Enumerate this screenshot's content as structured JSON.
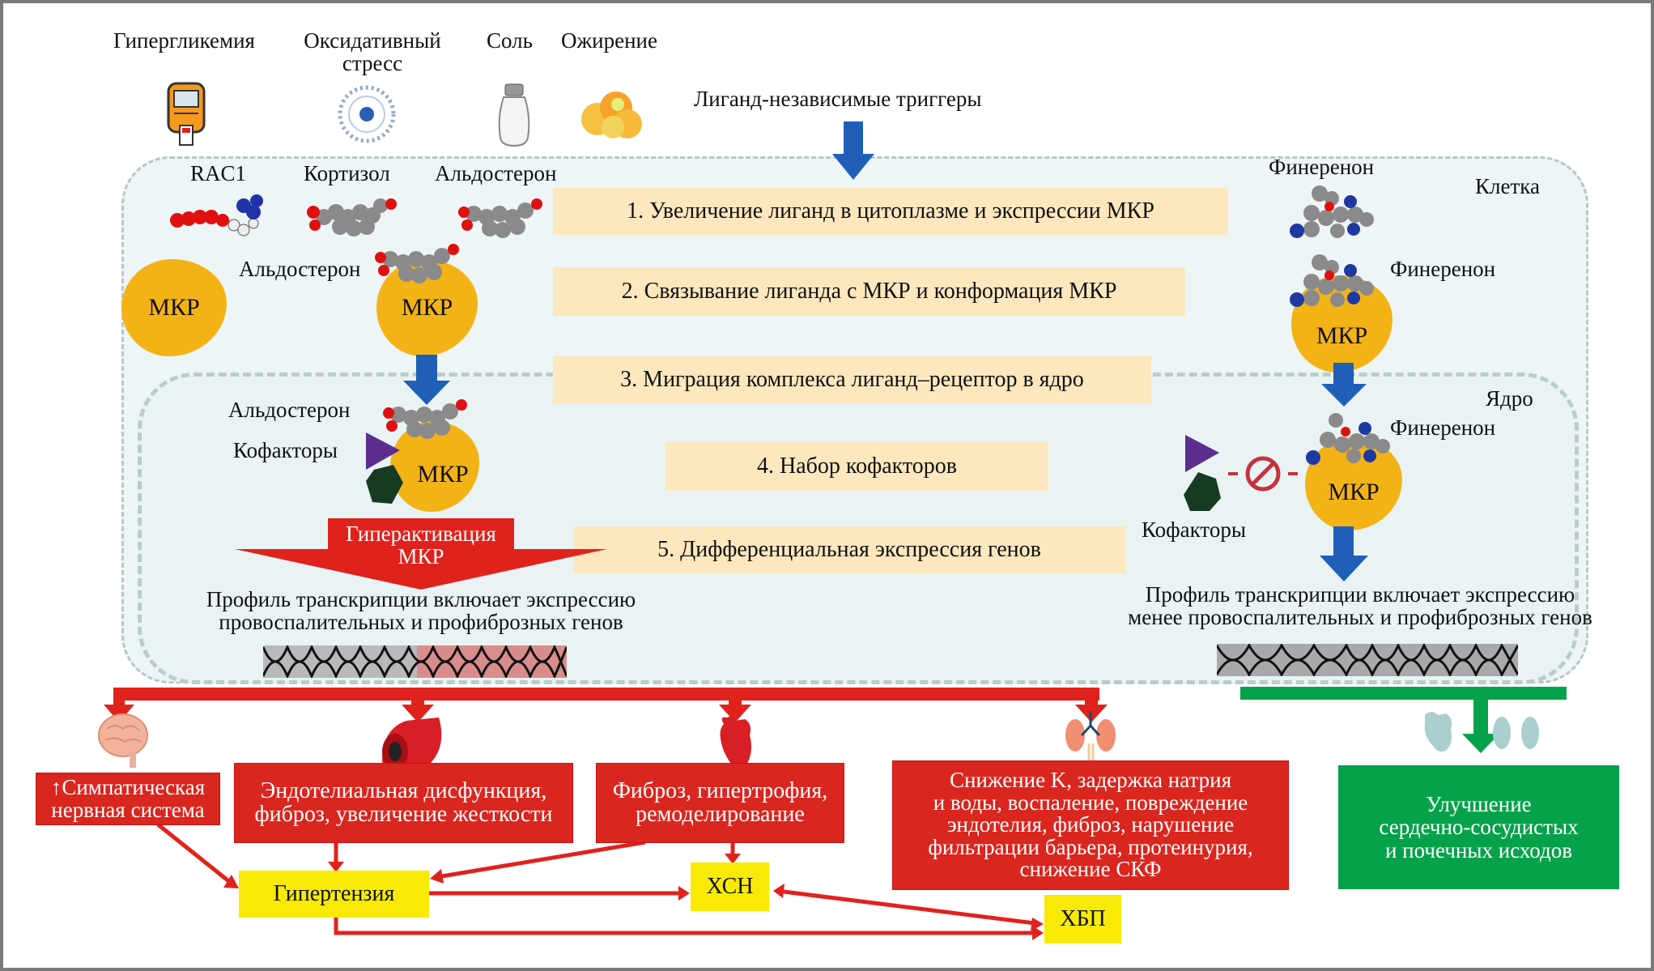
{
  "triggers": {
    "hyperglycemia": "Гипергликемия",
    "oxidative_stress_line1": "Оксидативный",
    "oxidative_stress_line2": "стресс",
    "salt": "Соль",
    "obesity": "Ожирение",
    "ligand_independent": "Лиганд-независимые триггеры"
  },
  "cell": {
    "label": "Клетка",
    "ligands": {
      "rac1": "RAC1",
      "cortisol": "Кортизол",
      "aldosterone": "Альдостерон"
    },
    "aldosterone_bound": "Альдостерон",
    "mkr_free": "МКР",
    "mkr_bound": "МКР",
    "finerenone_free": "Финеренон",
    "finerenone_bound": "Финеренон",
    "mkr_finerenone": "МКР"
  },
  "steps": [
    "1. Увеличение лиганд в цитоплазме и экспрессии МКР",
    "2. Связывание лиганда с МКР и конформация МКР",
    "3. Миграция комплекса лиганд–рецептор в ядро",
    "4. Набор кофакторов",
    "5. Дифференциальная экспрессия генов"
  ],
  "nucleus": {
    "label": "Ядро",
    "left": {
      "aldosterone": "Альдостерон",
      "cofactors": "Кофакторы",
      "mkr": "МКР",
      "hyperactivation_line1": "Гиперактивация",
      "hyperactivation_line2": "МКР",
      "profile_line1": "Профиль транскрипции включает экспрессию",
      "profile_line2": "провоспалительных и профиброзных генов"
    },
    "right": {
      "finerenone": "Финеренон",
      "cofactors": "Кофакторы",
      "mkr": "МКР",
      "profile_line1": "Профиль транскрипции включает экспрессию",
      "profile_line2": "менее провоспалительных и профиброзных генов"
    }
  },
  "outcomes": {
    "sympathetic_line1": "↑Симпатическая",
    "sympathetic_line2": "нервная система",
    "endothelial_line1": "Эндотелиальная дисфункция,",
    "endothelial_line2": "фиброз, увеличение жесткости",
    "cardiac_line1": "Фиброз, гипертрофия,",
    "cardiac_line2": "ремоделирование",
    "renal_line1": "Снижение K, задержка натрия",
    "renal_line2": "и воды, воспаление, повреждение",
    "renal_line3": "эндотелия, фиброз, нарушение",
    "renal_line4": "фильтрации барьера, протеинурия,",
    "renal_line5": "снижение СКФ",
    "improvement_line1": "Улучшение",
    "improvement_line2": "сердечно-сосудистых",
    "improvement_line3": "и почечных исходов",
    "hypertension": "Гипертензия",
    "hsn": "ХСН",
    "hbp": "ХБП"
  },
  "colors": {
    "harm": "#d9261f",
    "benefit": "#06a24b",
    "outcome_yellow": "#f8ea06",
    "step_box": "#fde7be",
    "receptor": "#f3b317",
    "arrow_blue": "#1f5fb8"
  }
}
